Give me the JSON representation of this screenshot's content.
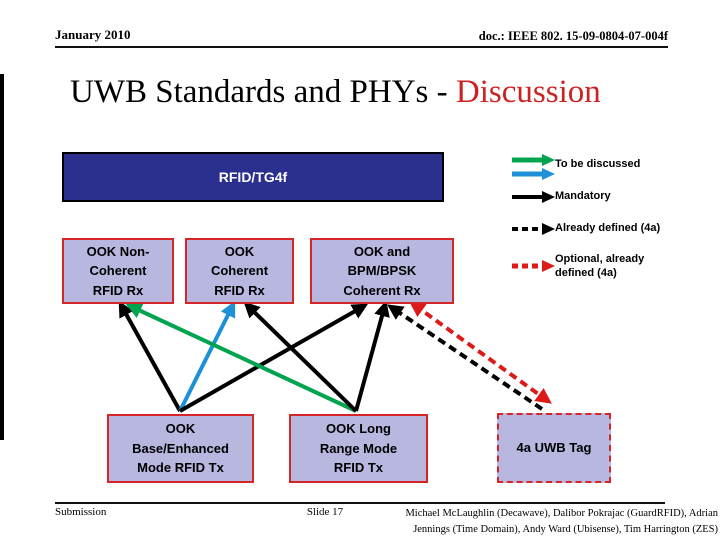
{
  "header": {
    "date": "January 2010",
    "doc": "doc.: IEEE 802. 15-09-0804-07-004f"
  },
  "title": {
    "main": "UWB Standards and PHYs - ",
    "highlight": "Discussion"
  },
  "diagram": {
    "root": {
      "label": "RFID/TG4f"
    },
    "rx_nodes": [
      {
        "label": "OOK Non-\nCoherent\nRFID Rx"
      },
      {
        "label": "OOK\nCoherent\nRFID Rx"
      },
      {
        "label": "OOK and\nBPM/BPSK\nCoherent Rx"
      }
    ],
    "tx_nodes": [
      {
        "label": "OOK\nBase/Enhanced\nMode RFID Tx"
      },
      {
        "label": "OOK Long\nRange Mode\nRFID Tx"
      }
    ],
    "tag": {
      "label": "4a UWB Tag"
    },
    "edges": [
      {
        "from": "OOK Base/Enhanced Mode RFID Tx",
        "to": "OOK Non-Coherent RFID Rx",
        "type": "Mandatory",
        "color": "#000000"
      },
      {
        "from": "OOK Base/Enhanced Mode RFID Tx",
        "to": "OOK Coherent RFID Rx",
        "type": "To be discussed",
        "color": "#1E90D8"
      },
      {
        "from": "OOK Base/Enhanced Mode RFID Tx",
        "to": "OOK and BPM/BPSK Coherent Rx",
        "type": "Mandatory",
        "color": "#000000"
      },
      {
        "from": "OOK Long Range Mode RFID Tx",
        "to": "OOK Non-Coherent RFID Rx",
        "type": "To be discussed",
        "color": "#00A44F"
      },
      {
        "from": "OOK Long Range Mode RFID Tx",
        "to": "OOK Coherent RFID Rx",
        "type": "Mandatory",
        "color": "#000000"
      },
      {
        "from": "OOK Long Range Mode RFID Tx",
        "to": "OOK and BPM/BPSK Coherent Rx",
        "type": "Mandatory",
        "color": "#000000"
      },
      {
        "from": "4a UWB Tag",
        "to": "OOK and BPM/BPSK Coherent Rx",
        "type": "Already defined (4a)",
        "color": "#000000",
        "dashed": true
      },
      {
        "from": "4a UWB Tag",
        "to": "OOK and BPM/BPSK Coherent Rx",
        "type": "Optional, already defined (4a)",
        "color": "#DD1A1A",
        "dashed": true,
        "bidirectional": true
      }
    ]
  },
  "legend": {
    "items": [
      {
        "label": "To be discussed",
        "colors": [
          "#00A44F",
          "#1E90D8"
        ],
        "style": "solid"
      },
      {
        "label": "Mandatory",
        "colors": [
          "#000000"
        ],
        "style": "solid"
      },
      {
        "label": "Already defined (4a)",
        "colors": [
          "#000000"
        ],
        "style": "dashed"
      },
      {
        "label": "Optional, already defined (4a)",
        "colors": [
          "#DD1A1A"
        ],
        "style": "dashed"
      }
    ]
  },
  "footer": {
    "left": "Submission",
    "center": "Slide 17",
    "right": "Michael McLaughlin (Decawave), Dalibor Pokrajac (GuardRFID), Adrian Jennings (Time Domain), Andy Ward (Ubisense), Tim Harrington (ZES)"
  },
  "colors": {
    "root_box_fill": "#2B2F8E",
    "node_fill": "#B7B7E0",
    "node_border": "#D42626",
    "title_highlight": "#CC2222",
    "green": "#00A44F",
    "blue": "#1E90D8",
    "red": "#DD1A1A",
    "black": "#000000"
  }
}
